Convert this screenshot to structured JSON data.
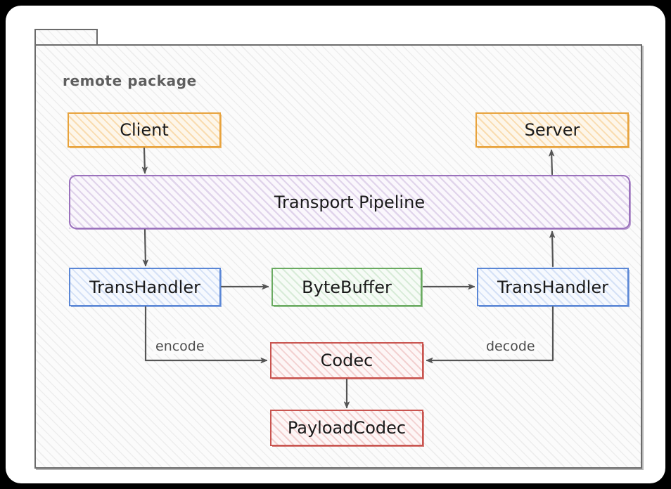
{
  "diagram": {
    "package_label": "remote package",
    "nodes": [
      {
        "id": "client",
        "label": "Client",
        "color": "#e8a33d"
      },
      {
        "id": "server",
        "label": "Server",
        "color": "#e8a33d"
      },
      {
        "id": "pipeline",
        "label": "Transport Pipeline",
        "color": "#9b72bd"
      },
      {
        "id": "handler_left",
        "label": "TransHandler",
        "color": "#5b87d6"
      },
      {
        "id": "bytebuffer",
        "label": "ByteBuffer",
        "color": "#6aab61"
      },
      {
        "id": "handler_right",
        "label": "TransHandler",
        "color": "#5b87d6"
      },
      {
        "id": "codec",
        "label": "Codec",
        "color": "#c9544f"
      },
      {
        "id": "payloadcodec",
        "label": "PayloadCodec",
        "color": "#c9544f"
      }
    ],
    "edges": [
      {
        "from": "client",
        "to": "pipeline",
        "label": ""
      },
      {
        "from": "pipeline",
        "to": "server",
        "label": ""
      },
      {
        "from": "pipeline",
        "to": "handler_left",
        "label": ""
      },
      {
        "from": "handler_left",
        "to": "bytebuffer",
        "label": ""
      },
      {
        "from": "bytebuffer",
        "to": "handler_right",
        "label": ""
      },
      {
        "from": "handler_right",
        "to": "pipeline",
        "label": ""
      },
      {
        "from": "handler_left",
        "to": "codec",
        "label": "encode"
      },
      {
        "from": "handler_right",
        "to": "codec",
        "label": "decode"
      },
      {
        "from": "codec",
        "to": "payloadcodec",
        "label": ""
      }
    ],
    "edge_labels": {
      "encode": "encode",
      "decode": "decode"
    }
  }
}
